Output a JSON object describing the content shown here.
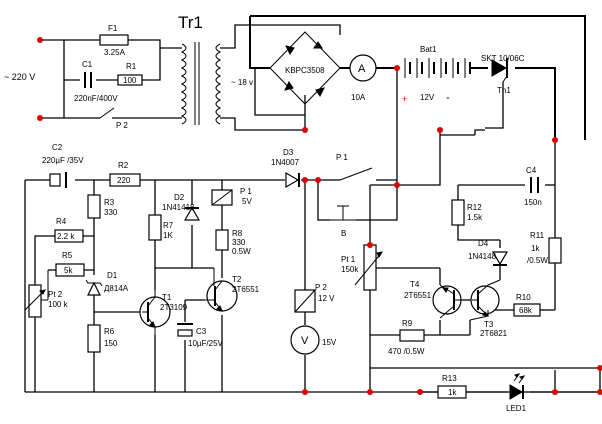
{
  "mains": {
    "voltage_label": "~ 220 V"
  },
  "fuse": {
    "ref": "F1",
    "value": "3.25A"
  },
  "transformer": {
    "ref": "Tr1",
    "secondary": "~ 18 v"
  },
  "cap_c1": {
    "ref": "C1",
    "value": "220nF/400V"
  },
  "res_r1": {
    "ref": "R1",
    "value": "100"
  },
  "relay_contact_p2": {
    "ref": "P 2"
  },
  "bridge": {
    "ref": "KBPC3508"
  },
  "ammeter": {
    "symbol": "A",
    "value": "10A"
  },
  "battery": {
    "ref": "Bat1",
    "value": "12V",
    "plus": "+",
    "minus": "-"
  },
  "thyristor": {
    "ref": "Th1",
    "type": "SKT 10/06C"
  },
  "cap_c2": {
    "ref": "C2",
    "value": "220µF /35V"
  },
  "res_r2": {
    "ref": "R2",
    "value": "220"
  },
  "res_r3": {
    "ref": "R3",
    "value": "330"
  },
  "res_r4": {
    "ref": "R4",
    "value": "2.2 k"
  },
  "res_r5": {
    "ref": "R5",
    "value": "5k"
  },
  "pot_pt2": {
    "ref": "Pt 2",
    "value": "100 k"
  },
  "zener_d1": {
    "ref": "D1",
    "value": "Д814А"
  },
  "res_r6": {
    "ref": "R6",
    "value": "150"
  },
  "res_r7": {
    "ref": "R7",
    "value": "1K"
  },
  "diode_d2": {
    "ref": "D2",
    "value": "1N41418"
  },
  "relay_p1": {
    "ref": "P 1",
    "value": "5V"
  },
  "res_r8": {
    "ref": "R8",
    "value": "330",
    "power": "0.5W"
  },
  "trans_t1": {
    "ref": "T1",
    "type": "2T3109"
  },
  "trans_t2": {
    "ref": "T2",
    "type": "2T6551"
  },
  "cap_c3": {
    "ref": "C3",
    "value": "10µF/25V"
  },
  "diode_d3": {
    "ref": "D3",
    "value": "1N4007"
  },
  "relay_p2": {
    "ref": "P 2",
    "value": "12 V"
  },
  "switch_p1": {
    "ref": "P 1"
  },
  "switch_b": {
    "ref": "B"
  },
  "voltmeter": {
    "symbol": "V",
    "value": "15V"
  },
  "pot_pt1": {
    "ref": "Pt 1",
    "value": "150k"
  },
  "res_r12": {
    "ref": "R12",
    "value": "1.5k"
  },
  "cap_c4": {
    "ref": "C4",
    "value": "150n"
  },
  "diode_d4": {
    "ref": "D4",
    "value": "1N4148"
  },
  "res_r11": {
    "ref": "R11",
    "value": "1k",
    "power": "/0.5W"
  },
  "trans_t4": {
    "ref": "T4",
    "type": "2T6551"
  },
  "trans_t3": {
    "ref": "T3",
    "type": "2T6821"
  },
  "res_r10": {
    "ref": "R10",
    "value": "68k"
  },
  "res_r9": {
    "ref": "R9",
    "value": "470 /0.5W"
  },
  "res_r13": {
    "ref": "R13",
    "value": "1k"
  },
  "led": {
    "ref": "LED1"
  },
  "colors": {
    "wire": "#000000",
    "junction": "#e00000"
  }
}
